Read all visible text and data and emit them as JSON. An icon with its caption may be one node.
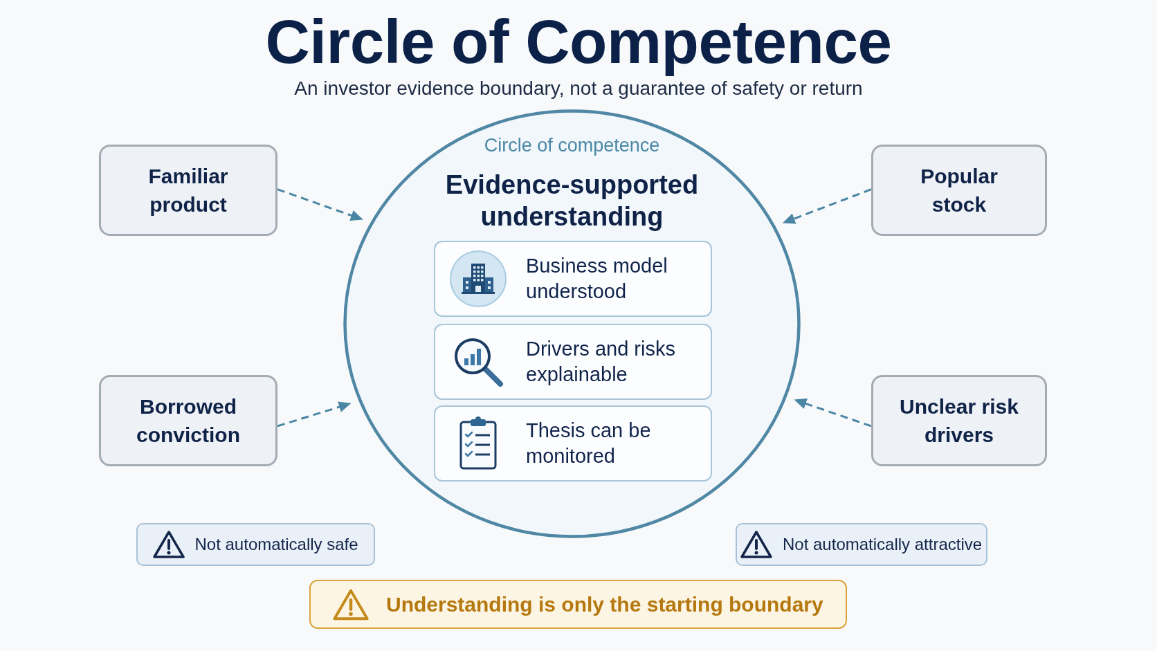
{
  "diagram": {
    "title": "Circle of Competence",
    "nodes": [
      {
        "text": [
          "Familiar product"
        ]
      },
      {
        "text": [
          "Circle of competence",
          "Evidence-supported understanding"
        ]
      },
      {
        "text": [
          "Business model understood"
        ],
        "in": 1
      },
      {
        "text": [
          "Drivers and risks explainable"
        ],
        "in": 1
      },
      {
        "text": [
          "Thesis can be monitored"
        ],
        "in": 1
      },
      {
        "text": [
          "Popular stock"
        ]
      },
      {
        "text": [
          "Borrowed conviction"
        ]
      },
      {
        "text": [
          "Unclear risk drivers"
        ]
      },
      {
        "text": [
          "Not automatically safe"
        ]
      },
      {
        "text": [
          "Not automatically attractive"
        ]
      },
      {
        "text": [
          "Understanding is only the starting boundary"
        ]
      }
    ],
    "edges": [
      {
        "from": 0,
        "to": 1,
        "arrow": "to",
        "style": "dashed"
      },
      {
        "from": 5,
        "to": 1,
        "arrow": "to",
        "style": "dashed"
      },
      {
        "from": 6,
        "to": 1,
        "arrow": "to",
        "style": "dashed"
      },
      {
        "from": 7,
        "to": 1,
        "arrow": "to",
        "style": "dashed"
      }
    ],
    "labels": [
      "An investor evidence boundary, not a guarantee of safety or return"
    ]
  }
}
